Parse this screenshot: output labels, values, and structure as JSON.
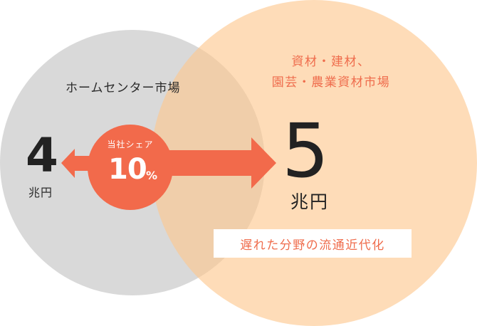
{
  "colors": {
    "gray_circle": "#d9d9d9",
    "orange_circle": "#fdd9b0",
    "overlap": "#fdca98",
    "accent": "#f26a4b",
    "accent_text": "#ef6c4c",
    "dark_text": "#222222",
    "white": "#ffffff"
  },
  "home_center_market": {
    "label": "ホームセンター市場",
    "value": "4",
    "unit": "兆円"
  },
  "materials_market": {
    "label_line1": "資材・建材、",
    "label_line2": "園芸・農業資材市場",
    "value": "5",
    "unit": "兆円",
    "tagline": "遅れた分野の流通近代化"
  },
  "company_share": {
    "label": "当社シェア",
    "value": "10",
    "unit": "%"
  },
  "icons": {
    "arrow_left": "arrow-left-icon",
    "arrow_right": "arrow-right-icon"
  }
}
